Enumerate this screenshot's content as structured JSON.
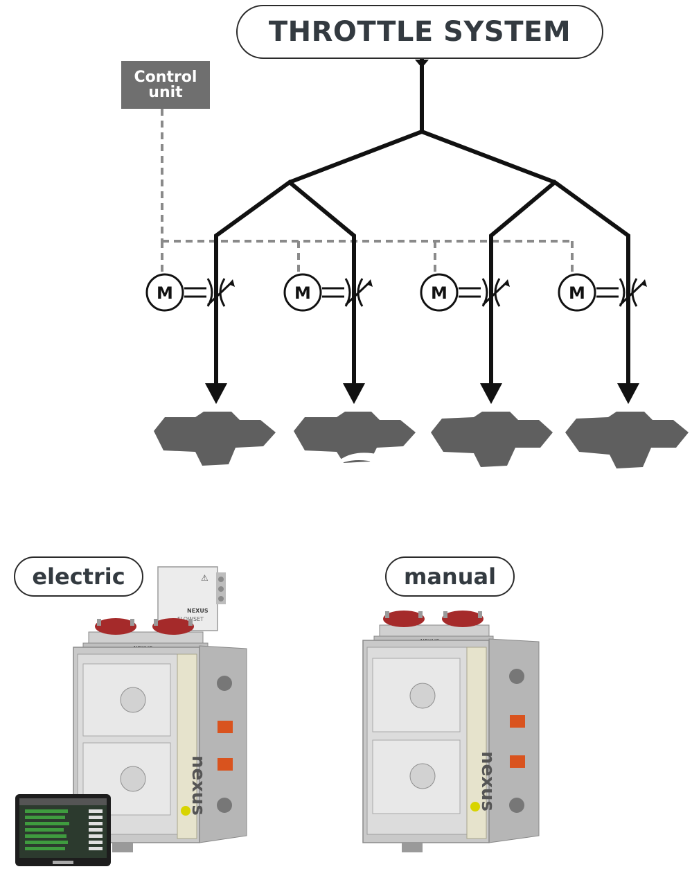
{
  "title": "THROTTLE SYSTEM",
  "control_unit": {
    "line1": "Control",
    "line2": "unit"
  },
  "motor_label": "M",
  "variants": {
    "electric": "electric",
    "manual": "manual"
  },
  "machine_brand": "nexus",
  "box_label": {
    "brand": "NEXUS",
    "product": "FLOWSET"
  },
  "colors": {
    "line": "#111111",
    "dashed": "#8a8a8a",
    "part": "#5f5f5f",
    "control_box": "#6f6f6f",
    "accent_orange": "#d9531e",
    "accent_red": "#a52a2a",
    "logo_yellow": "#d8d400"
  }
}
